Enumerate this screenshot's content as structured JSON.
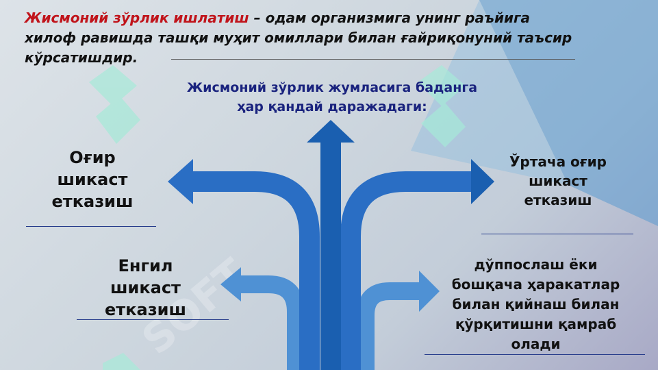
{
  "definition": {
    "term": "Жисмоний зўрлик ишлатиш",
    "text": " – одам организмига унинг раъйига хилоф равишда ташқи муҳит омиллари билан ғайриқонуний таъсир кўрсатишдир."
  },
  "subtitle": "Жисмоний зўрлик жумласига баданга ҳар қандай даражадаги:",
  "items": [
    {
      "label": "Оғир шикаст етказиш"
    },
    {
      "label": "Ўртача оғир шикаст етказиш"
    },
    {
      "label": "Енгил шикаст етказиш"
    },
    {
      "label": "дўппослаш ёки бошқача ҳаракатлар билан қийнаш билан қўрқитишни қамраб олади"
    }
  ],
  "watermark": "SOFT",
  "colors": {
    "term": "#c0141b",
    "subtitle": "#1a237e",
    "arrow_dark": "#1a5fb0",
    "arrow_light": "#4a8fd6"
  }
}
